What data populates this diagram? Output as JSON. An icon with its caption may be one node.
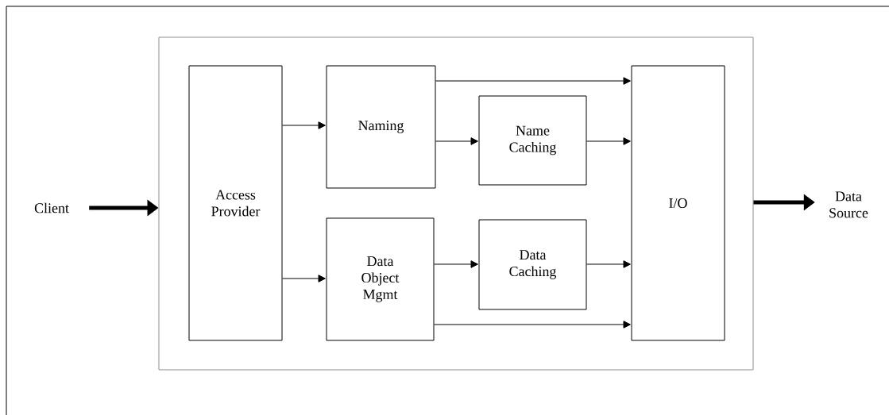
{
  "diagram": {
    "nodes": [
      {
        "text": [],
        "shape": "box"
      },
      {
        "text": [
          "Client"
        ]
      },
      {
        "text": [
          "Access Provider"
        ],
        "in": 0
      },
      {
        "text": [
          "Naming"
        ],
        "in": 0
      },
      {
        "text": [
          "Name Caching"
        ],
        "in": 0
      },
      {
        "text": [
          "Data Object Mgmt"
        ],
        "in": 0
      },
      {
        "text": [
          "Data Caching"
        ],
        "in": 0
      },
      {
        "text": [
          "I/O"
        ],
        "in": 0
      },
      {
        "text": [
          "Data Source"
        ]
      }
    ],
    "edges": [
      {
        "from": 1,
        "to": 0,
        "arrow": "to",
        "style": "thick"
      },
      {
        "from": 2,
        "to": 3,
        "arrow": "to"
      },
      {
        "from": 2,
        "to": 5,
        "arrow": "to"
      },
      {
        "from": 3,
        "to": 7,
        "arrow": "to"
      },
      {
        "from": 3,
        "to": 4,
        "arrow": "to"
      },
      {
        "from": 4,
        "to": 7,
        "arrow": "to"
      },
      {
        "from": 5,
        "to": 6,
        "arrow": "to"
      },
      {
        "from": 6,
        "to": 7,
        "arrow": "to"
      },
      {
        "from": 5,
        "to": 7,
        "arrow": "to"
      },
      {
        "from": 0,
        "to": 8,
        "arrow": "to",
        "style": "thick"
      }
    ]
  }
}
